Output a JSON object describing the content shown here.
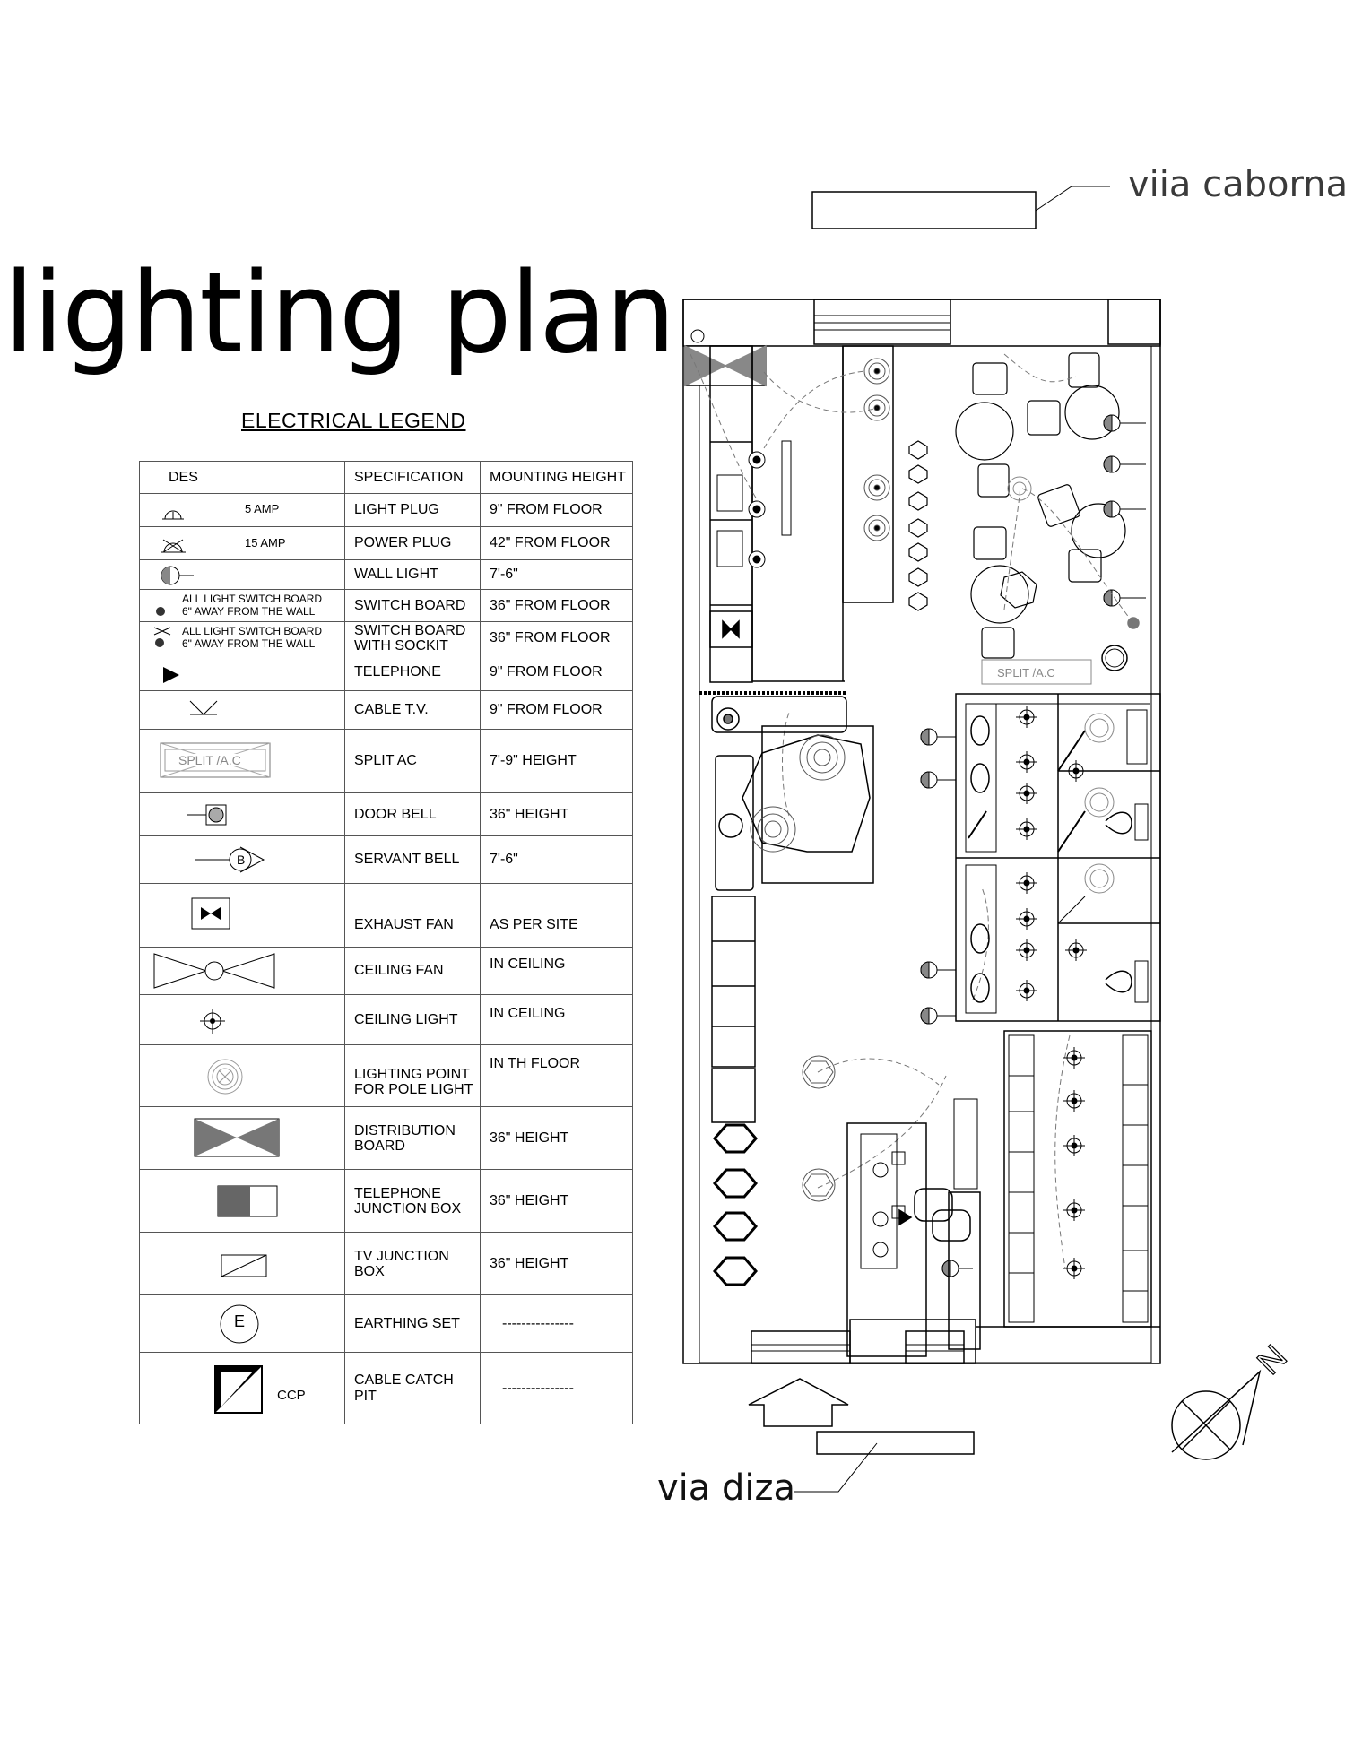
{
  "title": "lighting plan",
  "legend": {
    "heading": "ELECTRICAL LEGEND",
    "columns": [
      "DES",
      "SPECIFICATION",
      "MOUNTING HEIGHT"
    ],
    "rows": [
      {
        "icon": "light-plug-icon",
        "des": "5 AMP",
        "spec": "LIGHT PLUG",
        "height": "9\" FROM FLOOR"
      },
      {
        "icon": "power-plug-icon",
        "des": "15 AMP",
        "spec": "POWER PLUG",
        "height": "42\" FROM FLOOR"
      },
      {
        "icon": "wall-light-icon",
        "des": "",
        "spec": "WALL LIGHT",
        "height": "7'-6\""
      },
      {
        "icon": "switch-board-icon",
        "des": "ALL LIGHT SWITCH BOARD\n6\" AWAY FROM THE WALL",
        "spec": "SWITCH BOARD",
        "height": "36\" FROM FLOOR"
      },
      {
        "icon": "switch-socket-icon",
        "des": "ALL LIGHT SWITCH BOARD\n6\" AWAY FROM THE WALL",
        "spec": "SWITCH BOARD\nWITH SOCKIT",
        "height": "36\" FROM FLOOR"
      },
      {
        "icon": "telephone-icon",
        "des": "",
        "spec": "TELEPHONE",
        "height": "9\" FROM FLOOR"
      },
      {
        "icon": "cable-tv-icon",
        "des": "",
        "spec": "CABLE T.V.",
        "height": "9\" FROM FLOOR"
      },
      {
        "icon": "split-ac-icon",
        "des": "SPLIT /A.C",
        "spec": "SPLIT AC",
        "height": "7'-9\" HEIGHT"
      },
      {
        "icon": "door-bell-icon",
        "des": "",
        "spec": "DOOR BELL",
        "height": "36\" HEIGHT"
      },
      {
        "icon": "servant-bell-icon",
        "des": "B",
        "spec": "SERVANT BELL",
        "height": "7'-6\""
      },
      {
        "icon": "exhaust-fan-icon",
        "des": "",
        "spec": "EXHAUST FAN",
        "height": "AS PER SITE"
      },
      {
        "icon": "ceiling-fan-icon",
        "des": "",
        "spec": "CEILING FAN",
        "height": "IN CEILING"
      },
      {
        "icon": "ceiling-light-icon",
        "des": "",
        "spec": "CEILING LIGHT",
        "height": "IN CEILING"
      },
      {
        "icon": "pole-light-icon",
        "des": "",
        "spec": "LIGHTING POINT\nFOR POLE LIGHT",
        "height": "IN TH FLOOR"
      },
      {
        "icon": "distribution-board-icon",
        "des": "",
        "spec": "DISTRIBUTION\nBOARD",
        "height": "36\" HEIGHT"
      },
      {
        "icon": "telephone-junction-icon",
        "des": "",
        "spec": "TELEPHONE\nJUNCTION BOX",
        "height": "36\" HEIGHT"
      },
      {
        "icon": "tv-junction-icon",
        "des": "",
        "spec": "TV JUNCTION\nBOX",
        "height": "36\" HEIGHT"
      },
      {
        "icon": "earthing-icon",
        "des": "E",
        "spec": "EARTHING SET",
        "height": "---------------"
      },
      {
        "icon": "cable-catch-pit-icon",
        "des": "CCP",
        "spec": "CABLE CATCH PIT",
        "height": "---------------"
      }
    ]
  },
  "plan": {
    "split_ac_label": "SPLIT /A.C",
    "north_label": "N"
  },
  "streets": {
    "top": "viia caborna",
    "bottom": "via diza"
  }
}
